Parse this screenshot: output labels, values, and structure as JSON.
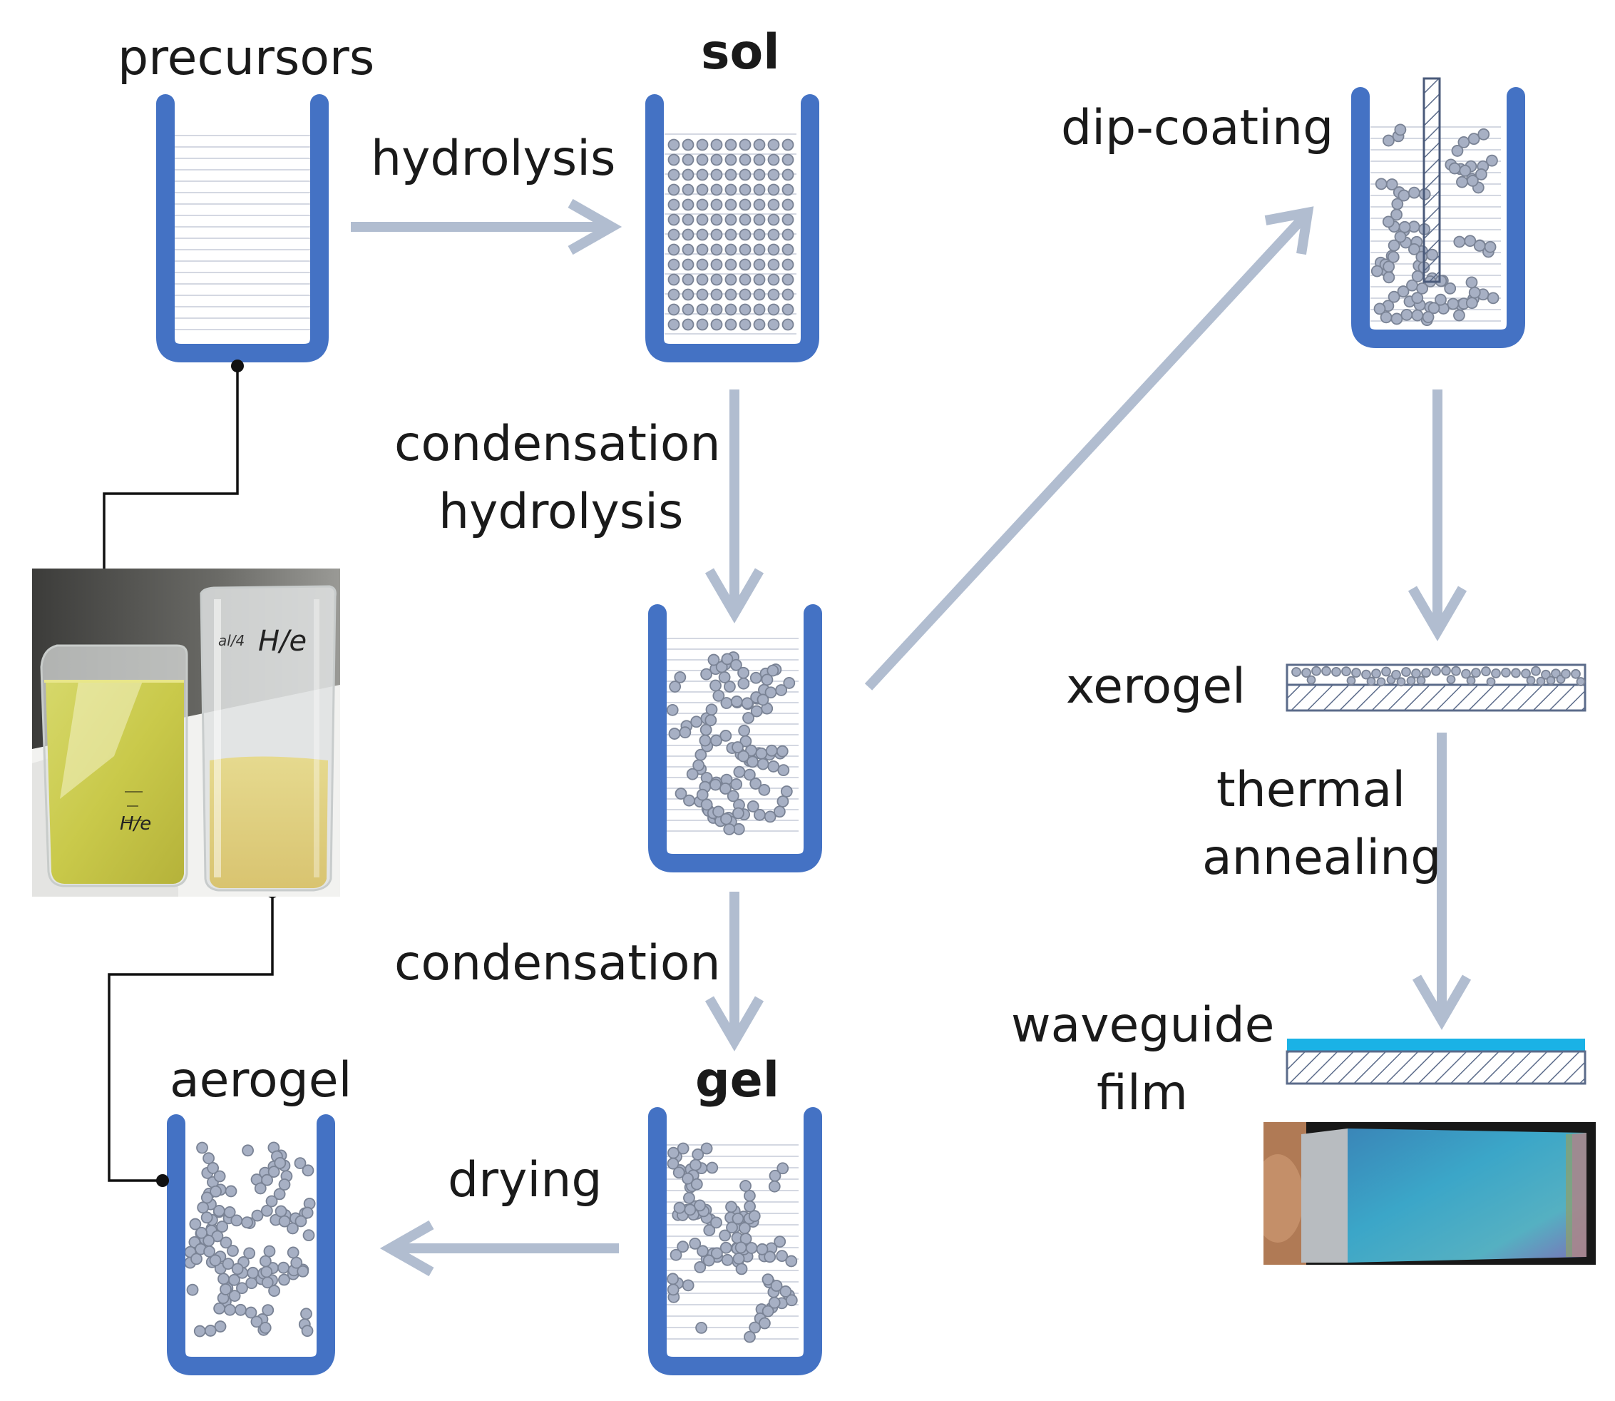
{
  "labels": {
    "precursors": "precursors",
    "sol": "sol",
    "gel": "gel",
    "aerogel": "aerogel",
    "xerogel": "xerogel",
    "dip_coating": "dip-coating",
    "hydrolysis": "hydrolysis",
    "condensation_1": "condensation",
    "hydrolysis_2": "hydrolysis",
    "condensation_2": "condensation",
    "drying": "drying",
    "thermal": "thermal",
    "annealing": "annealing",
    "waveguide": "waveguide",
    "film": "film"
  },
  "photo_text": {
    "label_front": "H/e",
    "label_back": "H/e",
    "tag": "al/4"
  },
  "colors": {
    "beaker_blue": "#4472c4",
    "arrow_gray": "#b1bdd0",
    "particle_fill": "#a7b0c4",
    "particle_stroke": "#7a8395",
    "film_cyan": "#1ab2e6",
    "connector": "#111111"
  }
}
